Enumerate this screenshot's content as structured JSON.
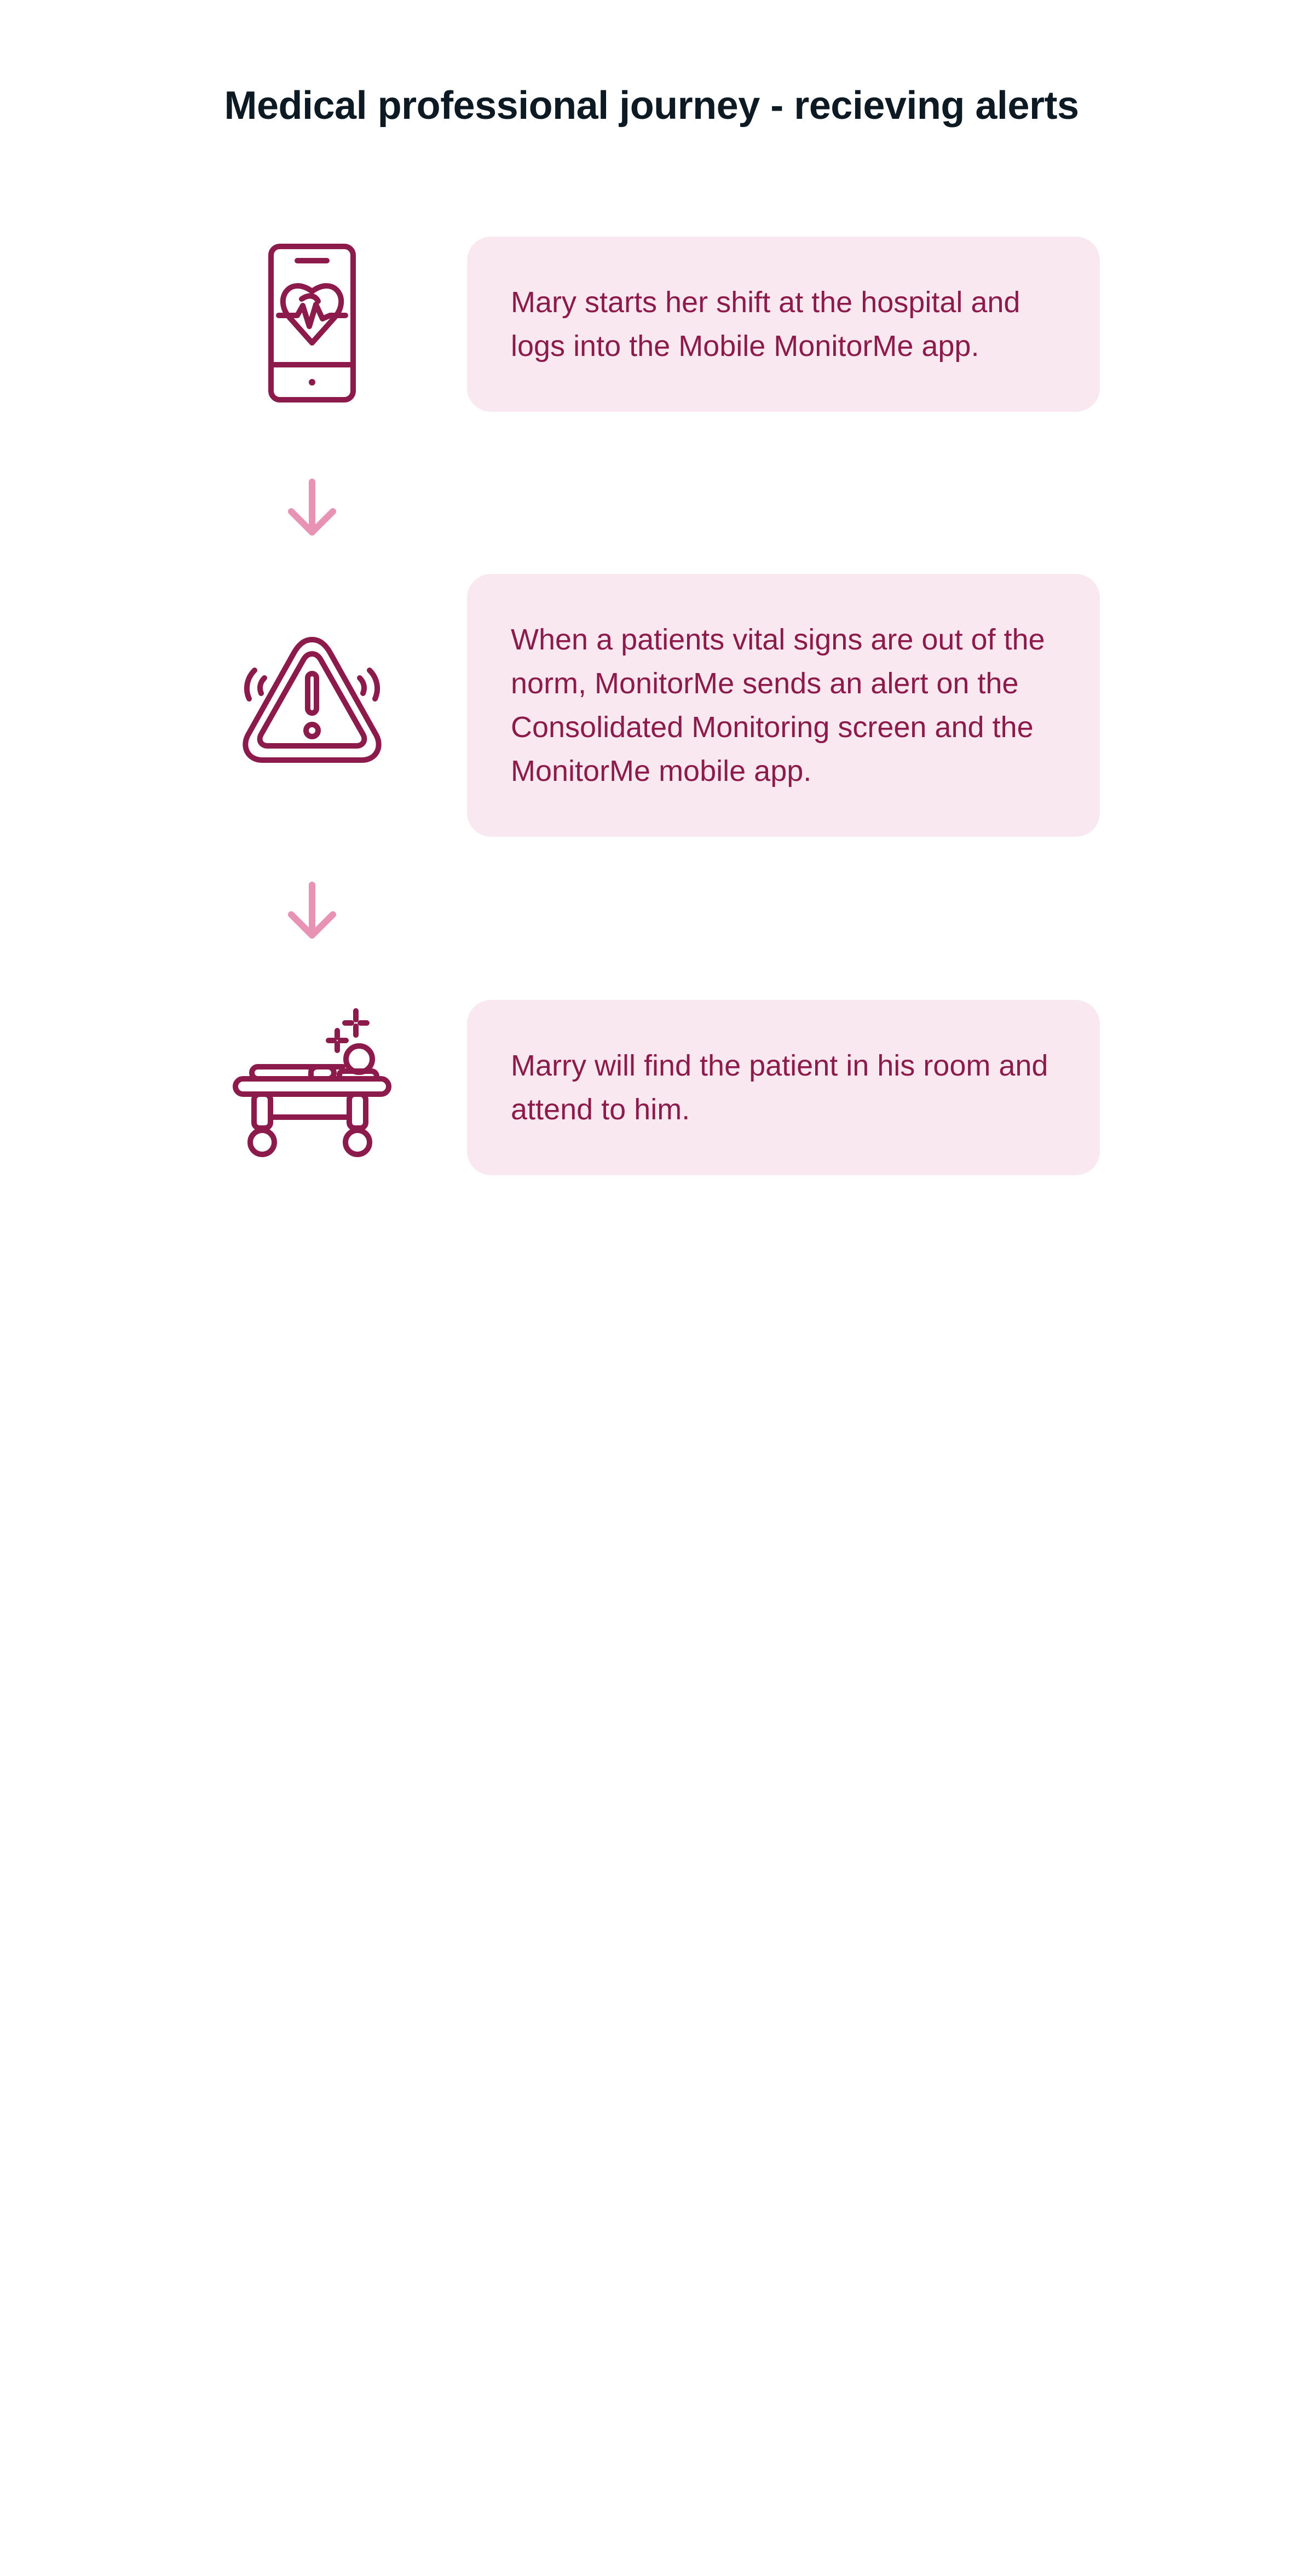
{
  "title": "Medical professional journey - recieving alerts",
  "colors": {
    "icon": "#8c1a4b",
    "card_background": "#fae8f0",
    "card_text": "#8c1a4b",
    "arrow": "#e893b4",
    "title": "#0d1a24"
  },
  "steps": [
    {
      "icon": "mobile-phone-heartbeat-icon",
      "text": "Mary starts her shift at the hospital and logs into the Mobile MonitorMe app."
    },
    {
      "icon": "warning-alert-icon",
      "text": "When a patients vital signs are out of the norm, MonitorMe sends an alert on the Consolidated Monitoring screen and the MonitorMe mobile app."
    },
    {
      "icon": "patient-bed-icon",
      "text": "Marry will find the patient in his room and attend to him."
    }
  ]
}
